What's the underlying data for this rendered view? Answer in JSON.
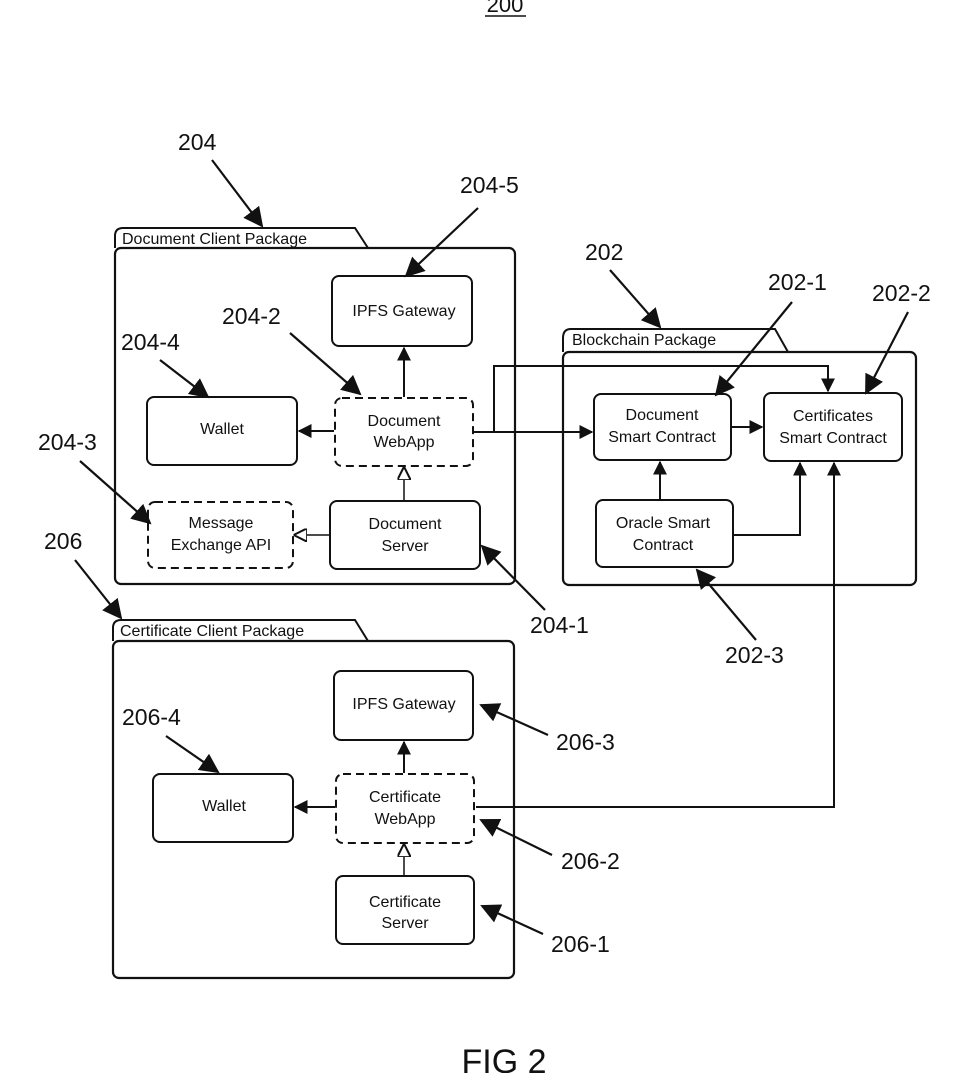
{
  "figure_number": "200",
  "figure_caption": "FIG 2",
  "packages": {
    "document_client": {
      "label": "Document Client Package",
      "ref": "204",
      "components": {
        "ipfs_gateway": {
          "line1": "IPFS Gateway",
          "ref": "204-5"
        },
        "wallet": {
          "line1": "Wallet",
          "ref": "204-4"
        },
        "webapp": {
          "line1": "Document",
          "line2": "WebApp",
          "ref": "204-2"
        },
        "message_api": {
          "line1": "Message",
          "line2": "Exchange API",
          "ref": "204-3"
        },
        "server": {
          "line1": "Document",
          "line2": "Server",
          "ref": "204-1"
        }
      }
    },
    "blockchain": {
      "label": "Blockchain Package",
      "ref": "202",
      "components": {
        "document_contract": {
          "line1": "Document",
          "line2": "Smart Contract",
          "ref": "202-1"
        },
        "certificates_contract": {
          "line1": "Certificates",
          "line2": "Smart Contract",
          "ref": "202-2"
        },
        "oracle_contract": {
          "line1": "Oracle Smart",
          "line2": "Contract",
          "ref": "202-3"
        }
      }
    },
    "certificate_client": {
      "label": "Certificate Client Package",
      "ref": "206",
      "components": {
        "ipfs_gateway": {
          "line1": "IPFS Gateway",
          "ref": "206-3"
        },
        "wallet": {
          "line1": "Wallet",
          "ref": "206-4"
        },
        "webapp": {
          "line1": "Certificate",
          "line2": "WebApp",
          "ref": "206-2"
        },
        "server": {
          "line1": "Certificate",
          "line2": "Server",
          "ref": "206-1"
        }
      }
    }
  }
}
